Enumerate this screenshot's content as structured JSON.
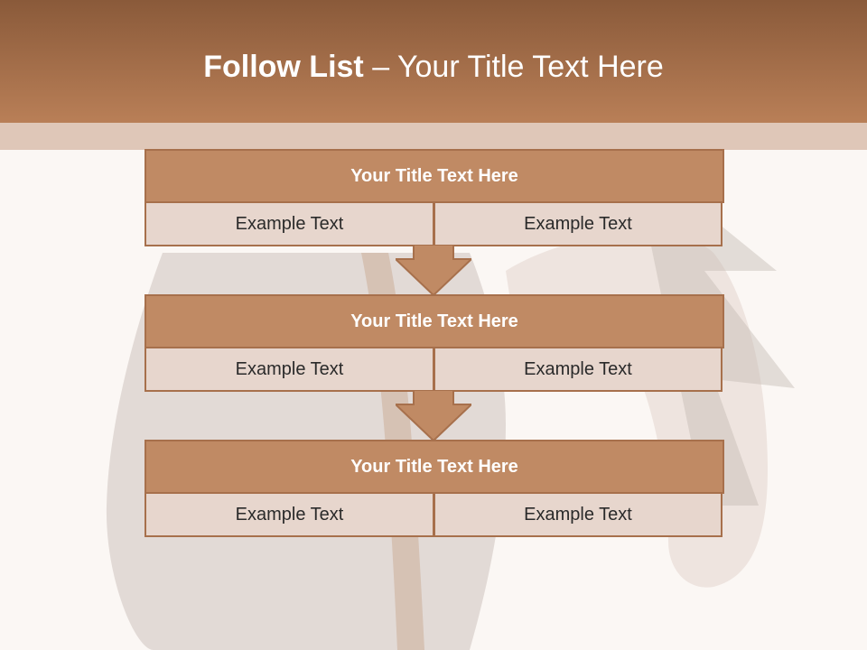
{
  "header": {
    "title_bold": "Follow List ",
    "title_rest": " – Your Title Text Here"
  },
  "steps": [
    {
      "title": "Your Title Text Here",
      "left": "Example Text",
      "right": "Example Text"
    },
    {
      "title": "Your Title Text Here",
      "left": "Example Text",
      "right": "Example Text"
    },
    {
      "title": "Your Title Text Here",
      "left": "Example Text",
      "right": "Example Text"
    }
  ],
  "colors": {
    "header": "#b97f57",
    "box": "#c08a64",
    "cell": "#e7d6cd",
    "border": "#a7704c"
  }
}
